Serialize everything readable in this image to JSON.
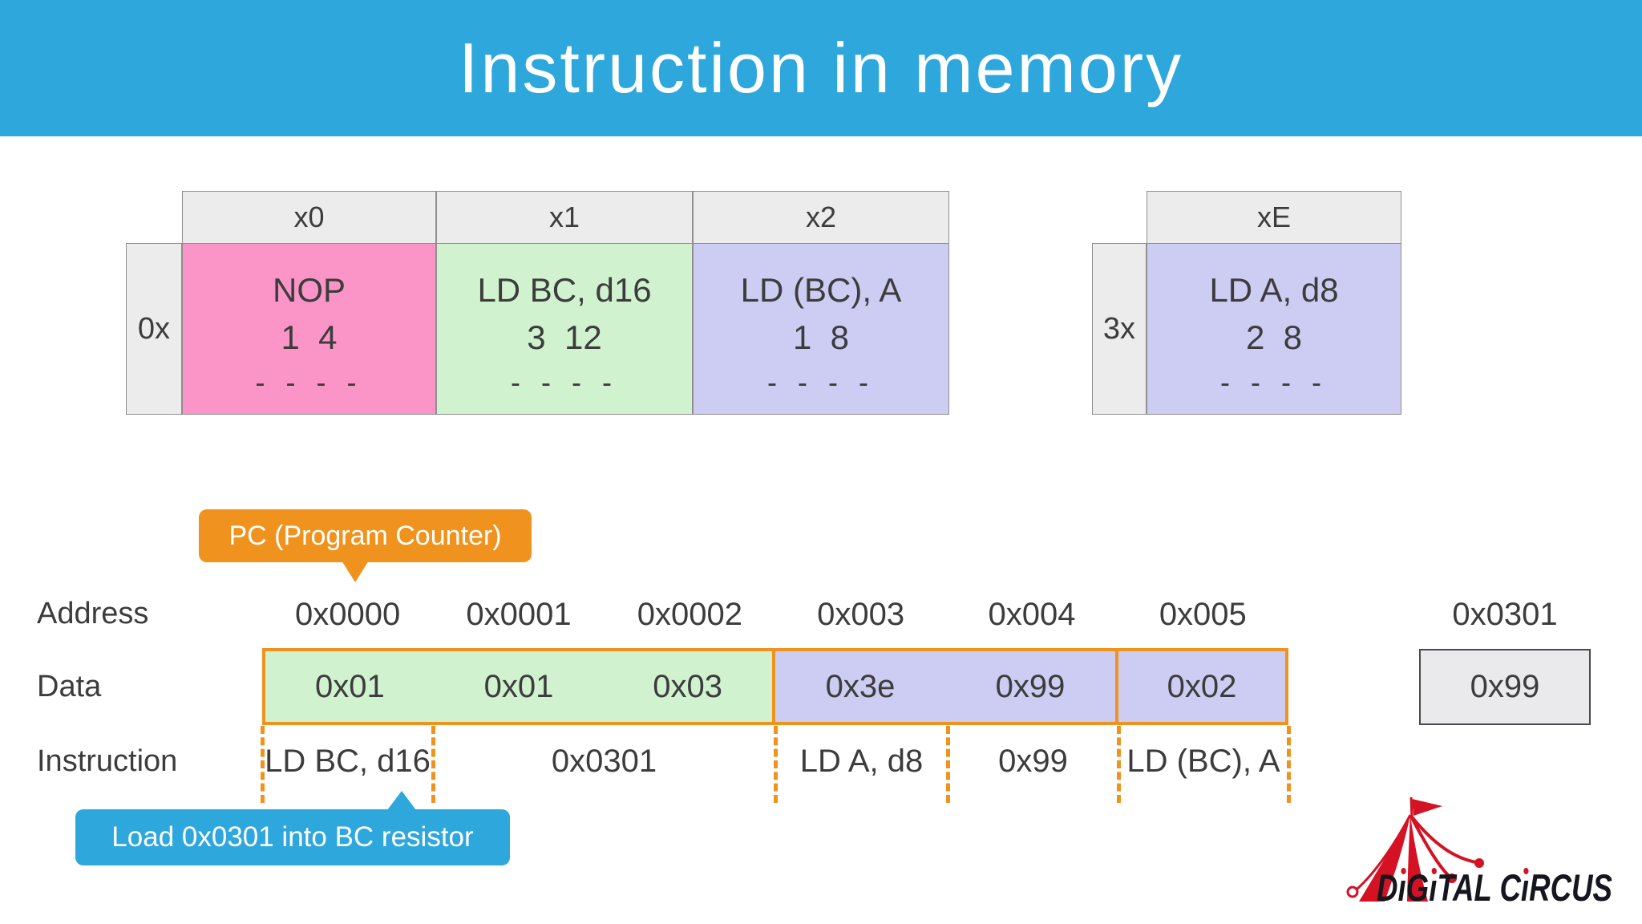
{
  "slide": {
    "title": "Instruction in memory"
  },
  "colors": {
    "banner_blue": "#2ea7dd",
    "callout_orange": "#f0931e",
    "cell_pink": "#fb95c8",
    "cell_green": "#d0f2ce",
    "cell_purple": "#cdccf2",
    "cell_gray": "#ececec",
    "border_gray": "#8f8f8f",
    "far_box_border": "#4a4a4a",
    "logo_red": "#d41224",
    "text_dark": "#3c3c3c"
  },
  "opcode_tables": [
    {
      "row_label": "0x",
      "columns": [
        {
          "header": "x0",
          "mnemonic": "NOP",
          "bytes_cycles": "1  4",
          "flags": "- - - -"
        },
        {
          "header": "x1",
          "mnemonic": "LD BC, d16",
          "bytes_cycles": "3  12",
          "flags": "- - - -"
        },
        {
          "header": "x2",
          "mnemonic": "LD (BC), A",
          "bytes_cycles": "1  8",
          "flags": "- - - -"
        }
      ]
    },
    {
      "row_label": "3x",
      "columns": [
        {
          "header": "xE",
          "mnemonic": "LD A, d8",
          "bytes_cycles": "2  8",
          "flags": "- - - -"
        }
      ]
    }
  ],
  "pc_callout": {
    "label": "PC (Program Counter)"
  },
  "memory_map": {
    "row_labels": {
      "address": "Address",
      "data": "Data",
      "instruction": "Instruction"
    },
    "addresses": [
      "0x0000",
      "0x0001",
      "0x0002",
      "0x003",
      "0x004",
      "0x005"
    ],
    "far_address": "0x0301",
    "data_cells": [
      "0x01",
      "0x01",
      "0x03",
      "0x3e",
      "0x99",
      "0x02"
    ],
    "far_data": "0x99",
    "instructions": [
      "LD BC, d16",
      "0x0301",
      "LD A, d8",
      "0x99",
      "LD (BC), A"
    ]
  },
  "note_callout": {
    "label": "Load 0x0301 into BC resistor"
  },
  "logo": {
    "text": "DiGiTAL CiRCUS",
    "segments": [
      "D",
      "ı",
      "G",
      "ı",
      "TAL C",
      "ı",
      "RCUS"
    ]
  }
}
